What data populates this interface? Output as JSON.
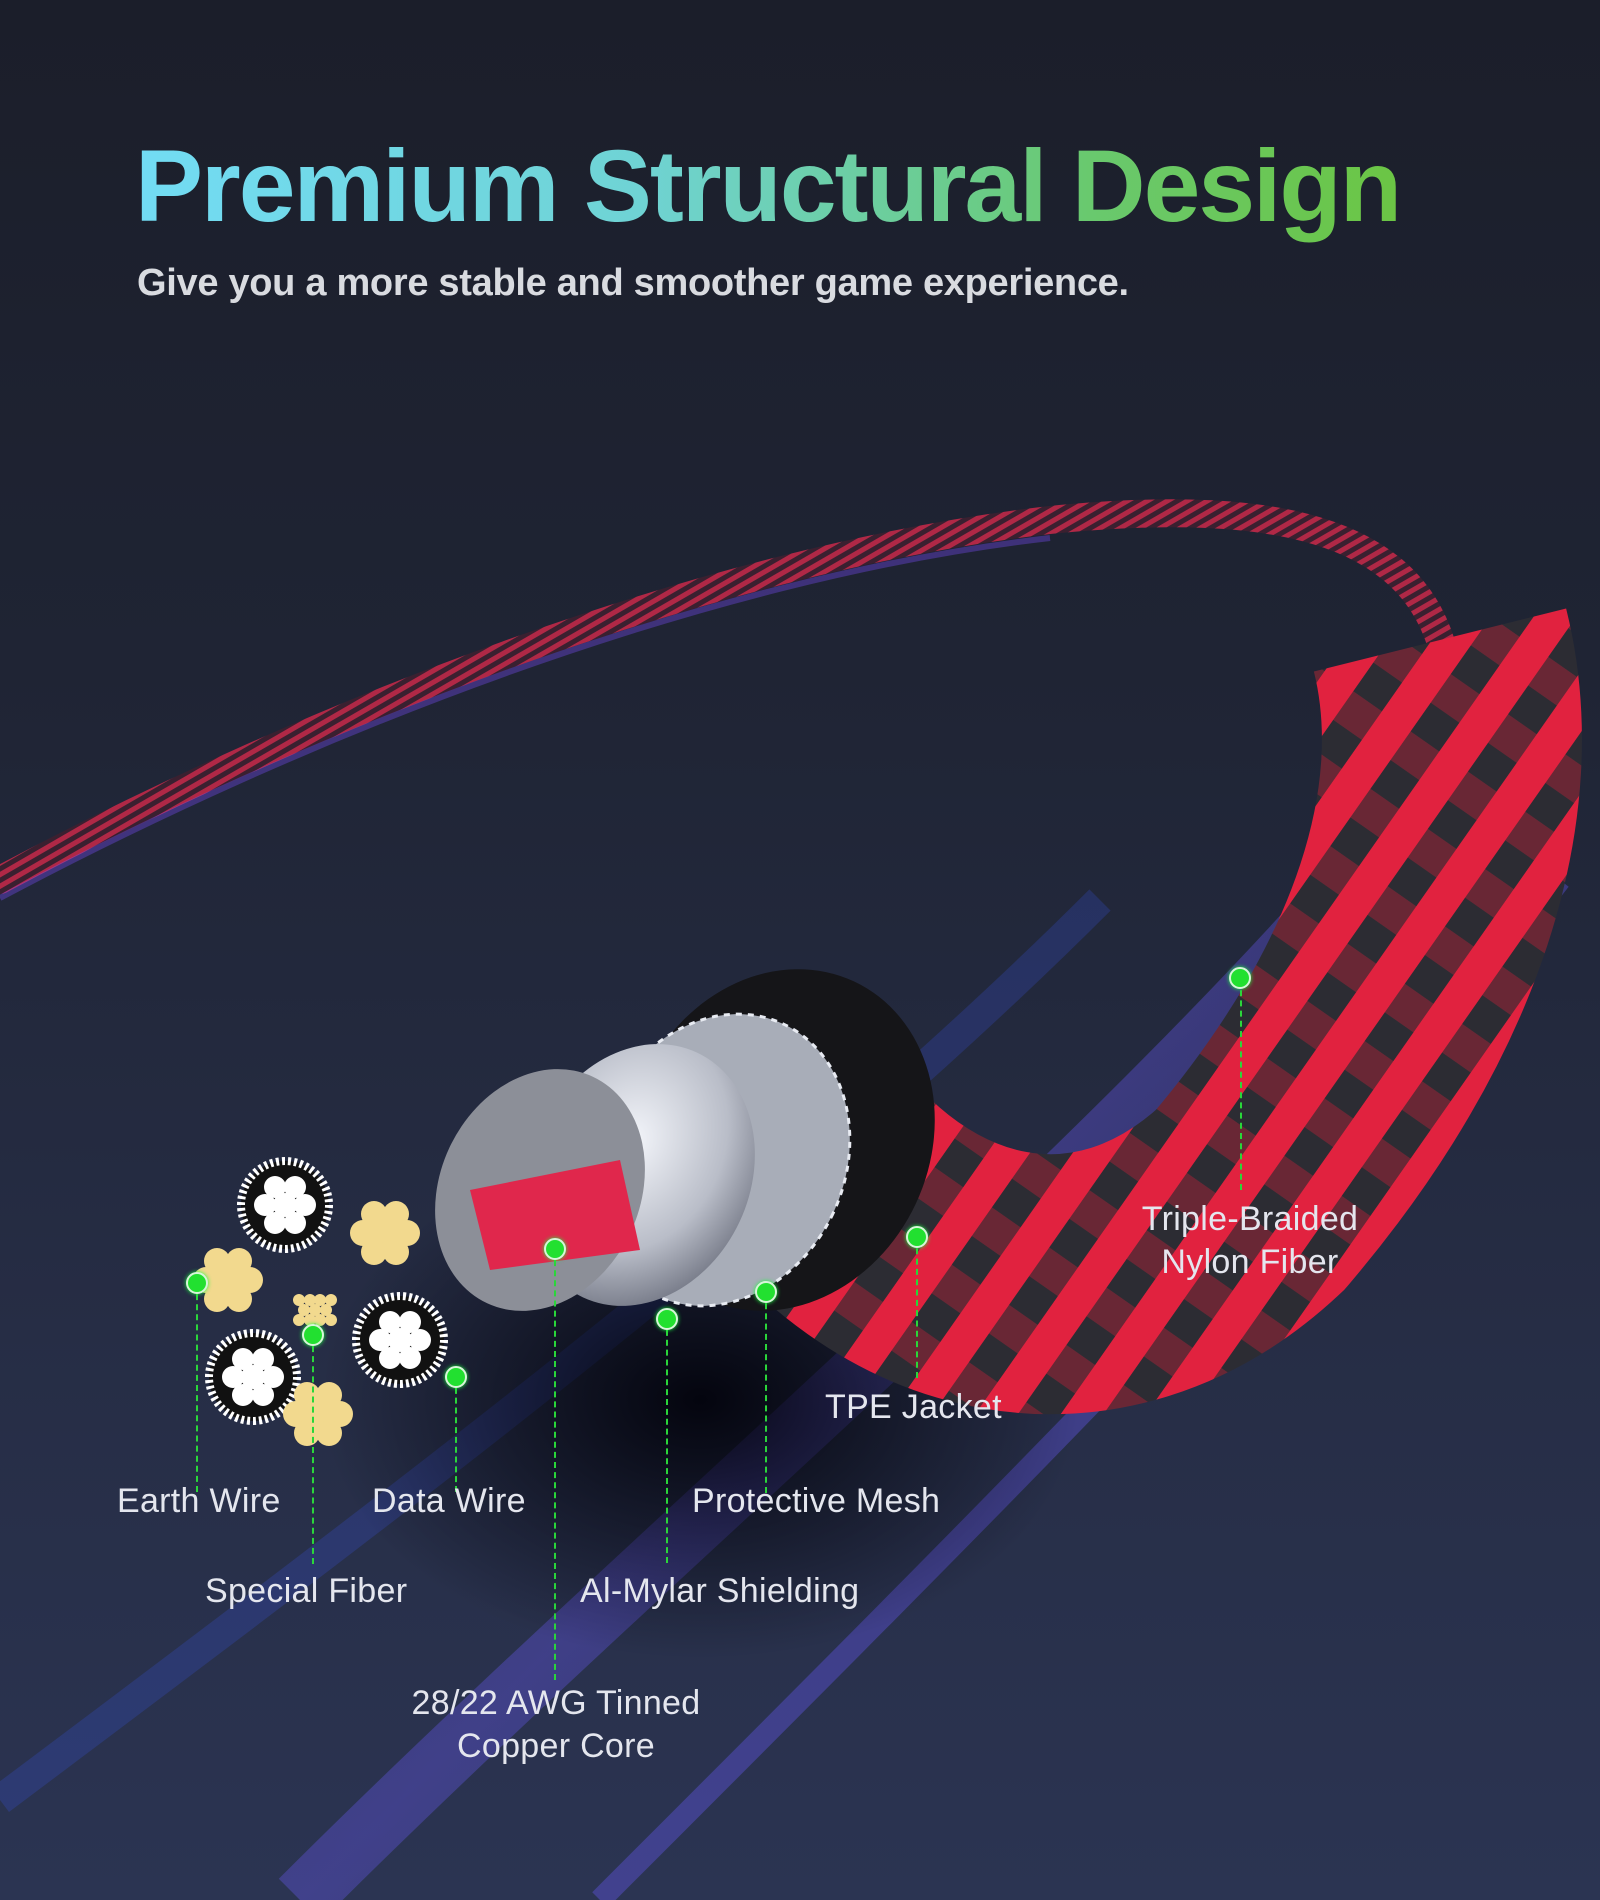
{
  "header": {
    "title": "Premium Structural Design",
    "subtitle": "Give you a more stable and smoother game experience."
  },
  "colors": {
    "title_gradient_start": "#72dcf4",
    "title_gradient_end": "#6bc544",
    "background": "#1f2434",
    "marker": "#22e030",
    "braid_red": "#e0223e",
    "braid_black": "#2a2a30"
  },
  "diagram": {
    "subject": "braided cable cross-section",
    "labels": [
      {
        "id": "earth-wire",
        "text": "Earth Wire"
      },
      {
        "id": "special-fiber",
        "text": "Special Fiber"
      },
      {
        "id": "data-wire",
        "text": "Data Wire"
      },
      {
        "id": "copper-core",
        "text": "28/22 AWG Tinned\nCopper Core",
        "line1": "28/22 AWG Tinned",
        "line2": "Copper Core"
      },
      {
        "id": "al-mylar",
        "text": "Al-Mylar Shielding"
      },
      {
        "id": "protective-mesh",
        "text": "Protective Mesh"
      },
      {
        "id": "tpe-jacket",
        "text": "TPE Jacket"
      },
      {
        "id": "nylon-fiber",
        "text": "Triple-Braided\nNylon Fiber",
        "line1": "Triple-Braided",
        "line2": "Nylon Fiber"
      }
    ]
  }
}
